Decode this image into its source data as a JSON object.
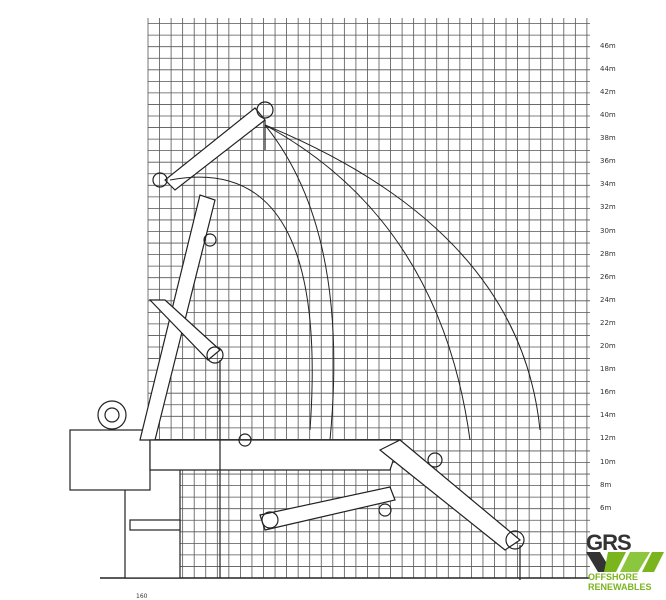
{
  "diagram": {
    "title": "Crane load/outreach diagram",
    "height_axis": {
      "unit": "m",
      "labels": [
        "46m",
        "44m",
        "42m",
        "40m",
        "38m",
        "36m",
        "34m",
        "32m",
        "30m",
        "28m",
        "26m",
        "24m",
        "22m",
        "20m",
        "18m",
        "16m",
        "14m",
        "12m",
        "10m",
        "8m",
        "6m"
      ],
      "values": [
        46,
        44,
        42,
        40,
        38,
        36,
        34,
        32,
        30,
        28,
        26,
        24,
        22,
        20,
        18,
        16,
        14,
        12,
        10,
        8,
        6
      ]
    },
    "bottom_scale_label": "160"
  },
  "logo": {
    "main": "GRS",
    "line1": "OFFSHORE",
    "line2": "RENEWABLES",
    "colors": {
      "dark": "#333333",
      "green": "#7ab51d"
    }
  }
}
